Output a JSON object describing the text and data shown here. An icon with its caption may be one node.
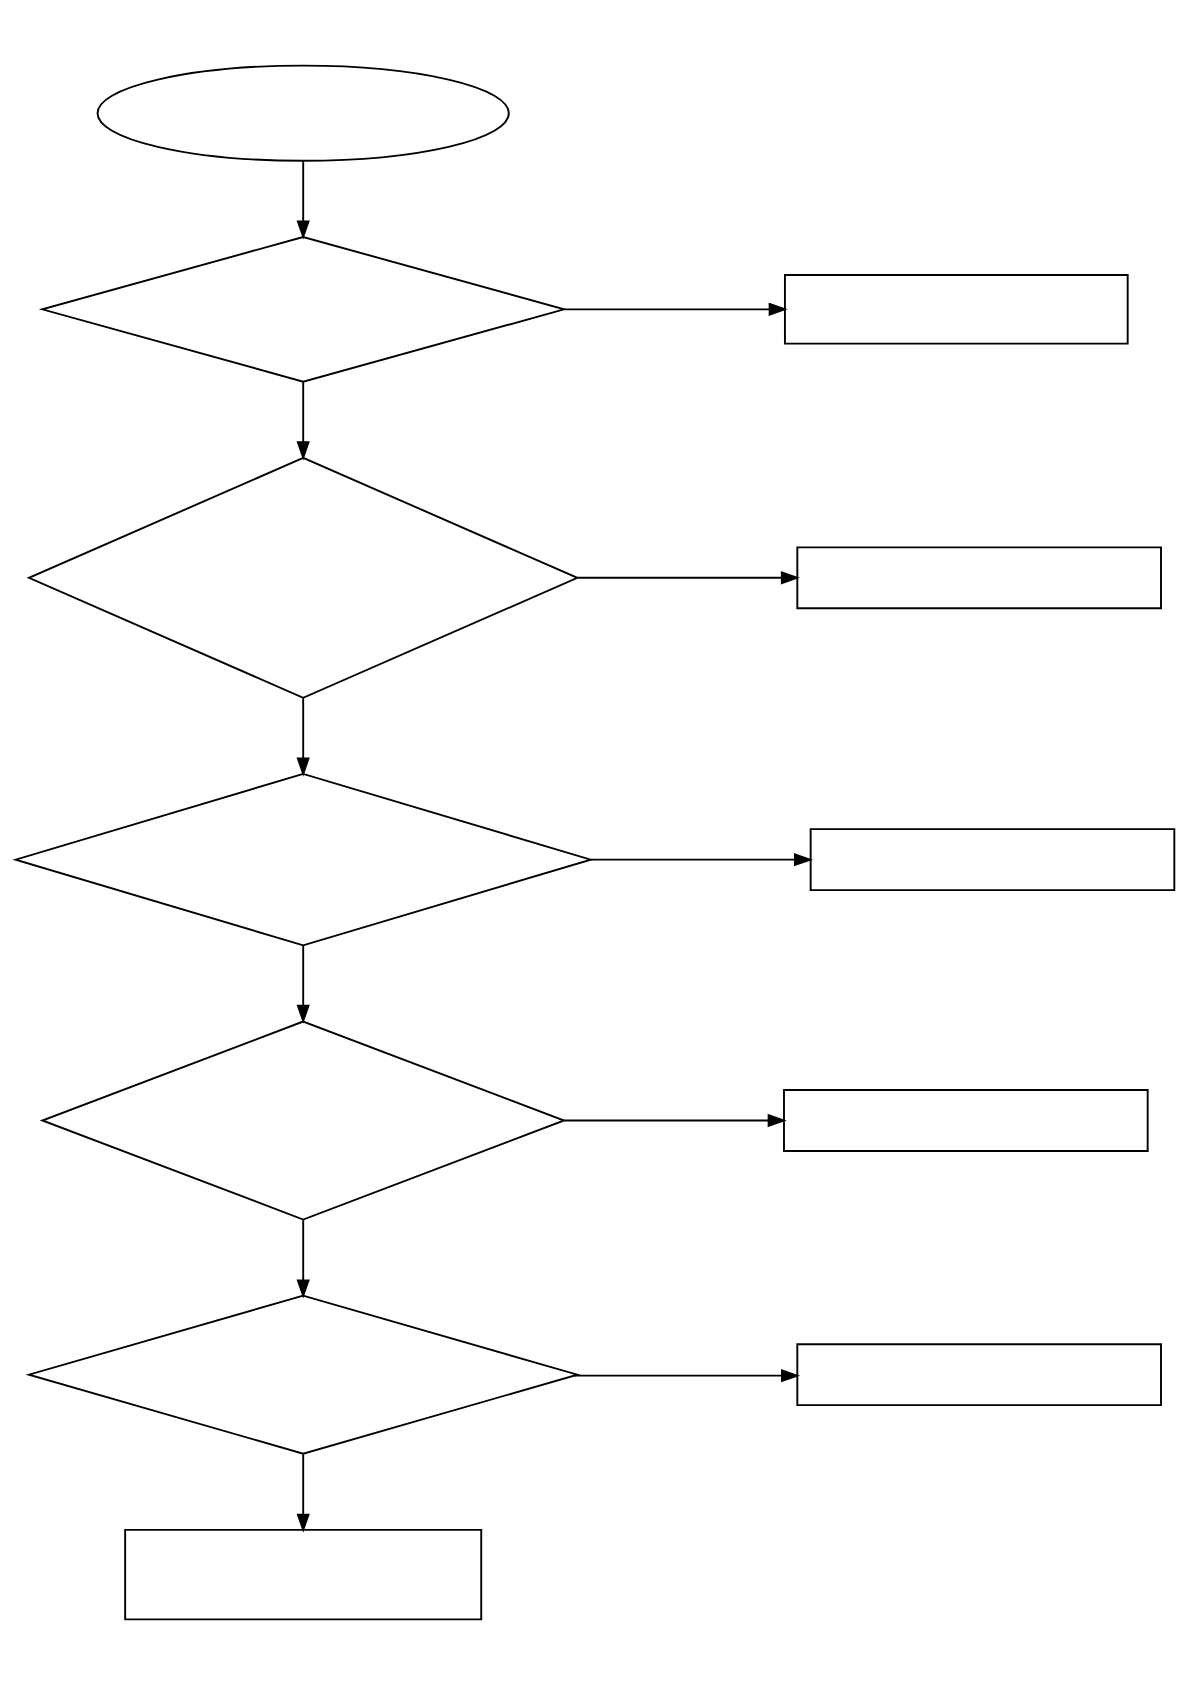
{
  "diagram": {
    "nodes": [
      {
        "text": [],
        "shape": "ellipse"
      },
      {
        "text": [],
        "shape": "diamond"
      },
      {
        "text": [],
        "shape": "box"
      },
      {
        "text": [],
        "shape": "diamond"
      },
      {
        "text": [],
        "shape": "box"
      },
      {
        "text": [],
        "shape": "diamond"
      },
      {
        "text": [],
        "shape": "box"
      },
      {
        "text": [],
        "shape": "diamond"
      },
      {
        "text": [],
        "shape": "box"
      },
      {
        "text": [],
        "shape": "diamond"
      },
      {
        "text": [],
        "shape": "box"
      },
      {
        "text": [],
        "shape": "box"
      }
    ],
    "edges": [
      {
        "from": 0,
        "to": 1,
        "arrow": "to"
      },
      {
        "from": 1,
        "to": 2,
        "arrow": "to"
      },
      {
        "from": 1,
        "to": 3,
        "arrow": "to"
      },
      {
        "from": 3,
        "to": 4,
        "arrow": "to"
      },
      {
        "from": 3,
        "to": 5,
        "arrow": "to"
      },
      {
        "from": 5,
        "to": 6,
        "arrow": "to"
      },
      {
        "from": 5,
        "to": 7,
        "arrow": "to"
      },
      {
        "from": 7,
        "to": 8,
        "arrow": "to"
      },
      {
        "from": 7,
        "to": 9,
        "arrow": "to"
      },
      {
        "from": 9,
        "to": 10,
        "arrow": "to"
      },
      {
        "from": 9,
        "to": 11,
        "arrow": "to"
      }
    ]
  }
}
